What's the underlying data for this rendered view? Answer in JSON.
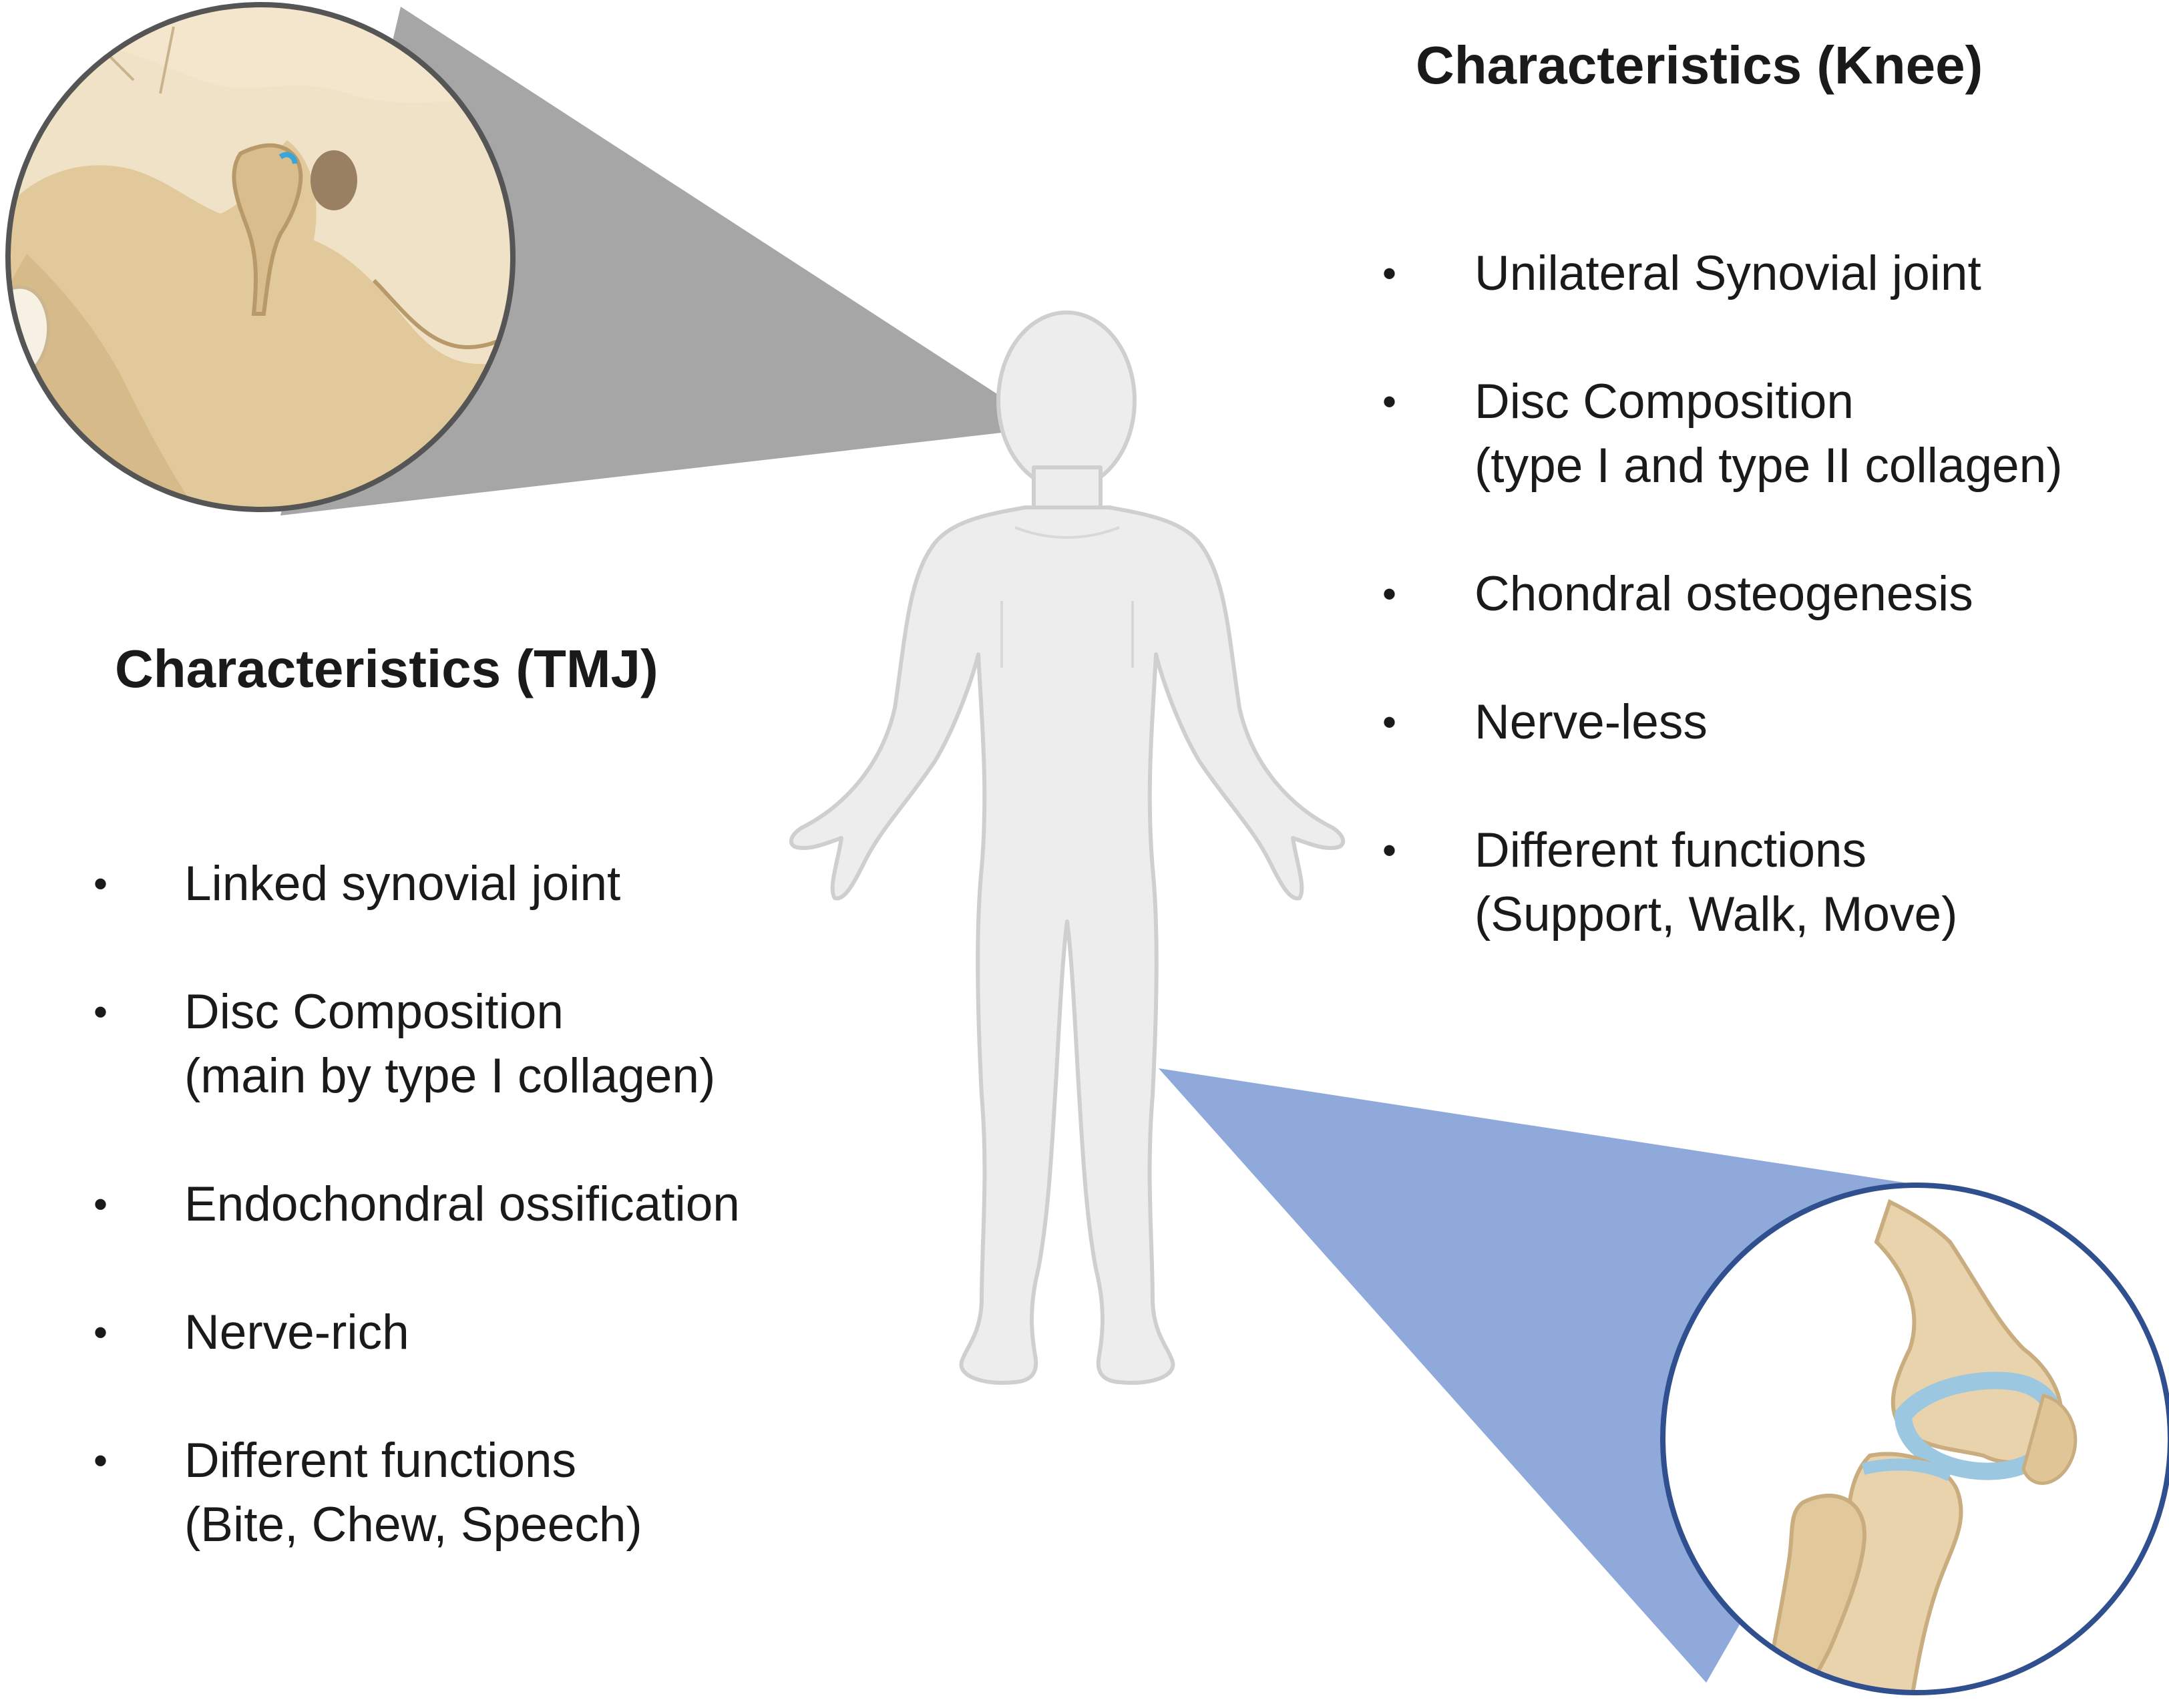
{
  "tmj": {
    "heading": "Characteristics (TMJ)",
    "items": [
      {
        "text": "Linked synovial joint",
        "sub": ""
      },
      {
        "text": "Disc Composition",
        "sub": "(main by type I collagen)"
      },
      {
        "text": "Endochondral ossification",
        "sub": ""
      },
      {
        "text": "Nerve-rich",
        "sub": ""
      },
      {
        "text": "Different functions",
        "sub": "(Bite, Chew, Speech)"
      }
    ]
  },
  "knee": {
    "heading": "Characteristics (Knee)",
    "items": [
      {
        "text": "Unilateral Synovial joint",
        "sub": ""
      },
      {
        "text": "Disc Composition",
        "sub": "(type I and type II collagen)"
      },
      {
        "text": "Chondral osteogenesis",
        "sub": ""
      },
      {
        "text": "Nerve-less",
        "sub": ""
      },
      {
        "text": "Different functions",
        "sub": "(Support, Walk, Move)"
      }
    ]
  },
  "bullet_char": "•",
  "colors": {
    "tmj_callout": "#a6a6a6",
    "knee_callout": "#8fa9db",
    "knee_circle_border": "#2f4f8f",
    "tmj_circle_border": "#555555",
    "bone": "#e8d3ad",
    "bone_shadow": "#c9ad7f",
    "cartilage": "#9cc7e0",
    "body_fill": "#ededed",
    "body_stroke": "#cfcfcf"
  }
}
